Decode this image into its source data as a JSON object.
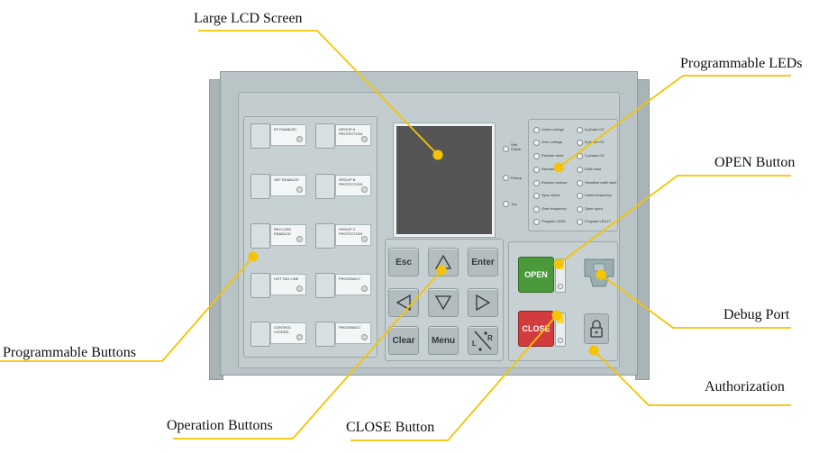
{
  "callouts": {
    "lcd": "Large LCD Screen",
    "leds": "Programmable LEDs",
    "open": "OPEN Button",
    "debug": "Debug Port",
    "prog_buttons": "Programmable Buttons",
    "authorization": "Authorization",
    "operation": "Operation Buttons",
    "close": "CLOSE Button"
  },
  "prog_buttons_left": [
    "EF ENABLED",
    "SEF ENABLED",
    "RECLOSE ENABLED",
    "HOT TAG LINE",
    "CONTROL LOCKED"
  ],
  "prog_buttons_right": [
    "GROUP A PROTECTION",
    "GROUP B PROTECTION",
    "GROUP C PROTECTION",
    "PROGRAM 1",
    "PROGRAM 2"
  ],
  "status_labels": [
    "Self Check",
    "Pickup",
    "Trip"
  ],
  "leds_left": [
    "Under-voltage",
    "Over-voltage",
    "Reclose reset",
    "Reclose cycle",
    "Reclose lockout",
    "Sync check",
    "Over-frequency",
    "Program LED8"
  ],
  "leds_right": [
    "A-phase OC",
    "B-phase OC",
    "C-phase OC",
    "Earth fault",
    "Sensitive earth fault",
    "Under-frequency",
    "Open open",
    "Program LED17"
  ],
  "keys": {
    "esc": "Esc",
    "enter": "Enter",
    "clear": "Clear",
    "menu": "Menu",
    "lr_l": "L",
    "lr_r": "R"
  },
  "open_label": "OPEN",
  "close_label": "CLOSE",
  "colors": {
    "leader": "#f5c400",
    "open": "#4a9a3c",
    "close": "#d23c3c",
    "lcd": "#555555"
  },
  "icons": [
    "up-arrow-icon",
    "down-arrow-icon",
    "left-arrow-icon",
    "right-arrow-icon",
    "lr-switch-icon",
    "lock-icon"
  ]
}
